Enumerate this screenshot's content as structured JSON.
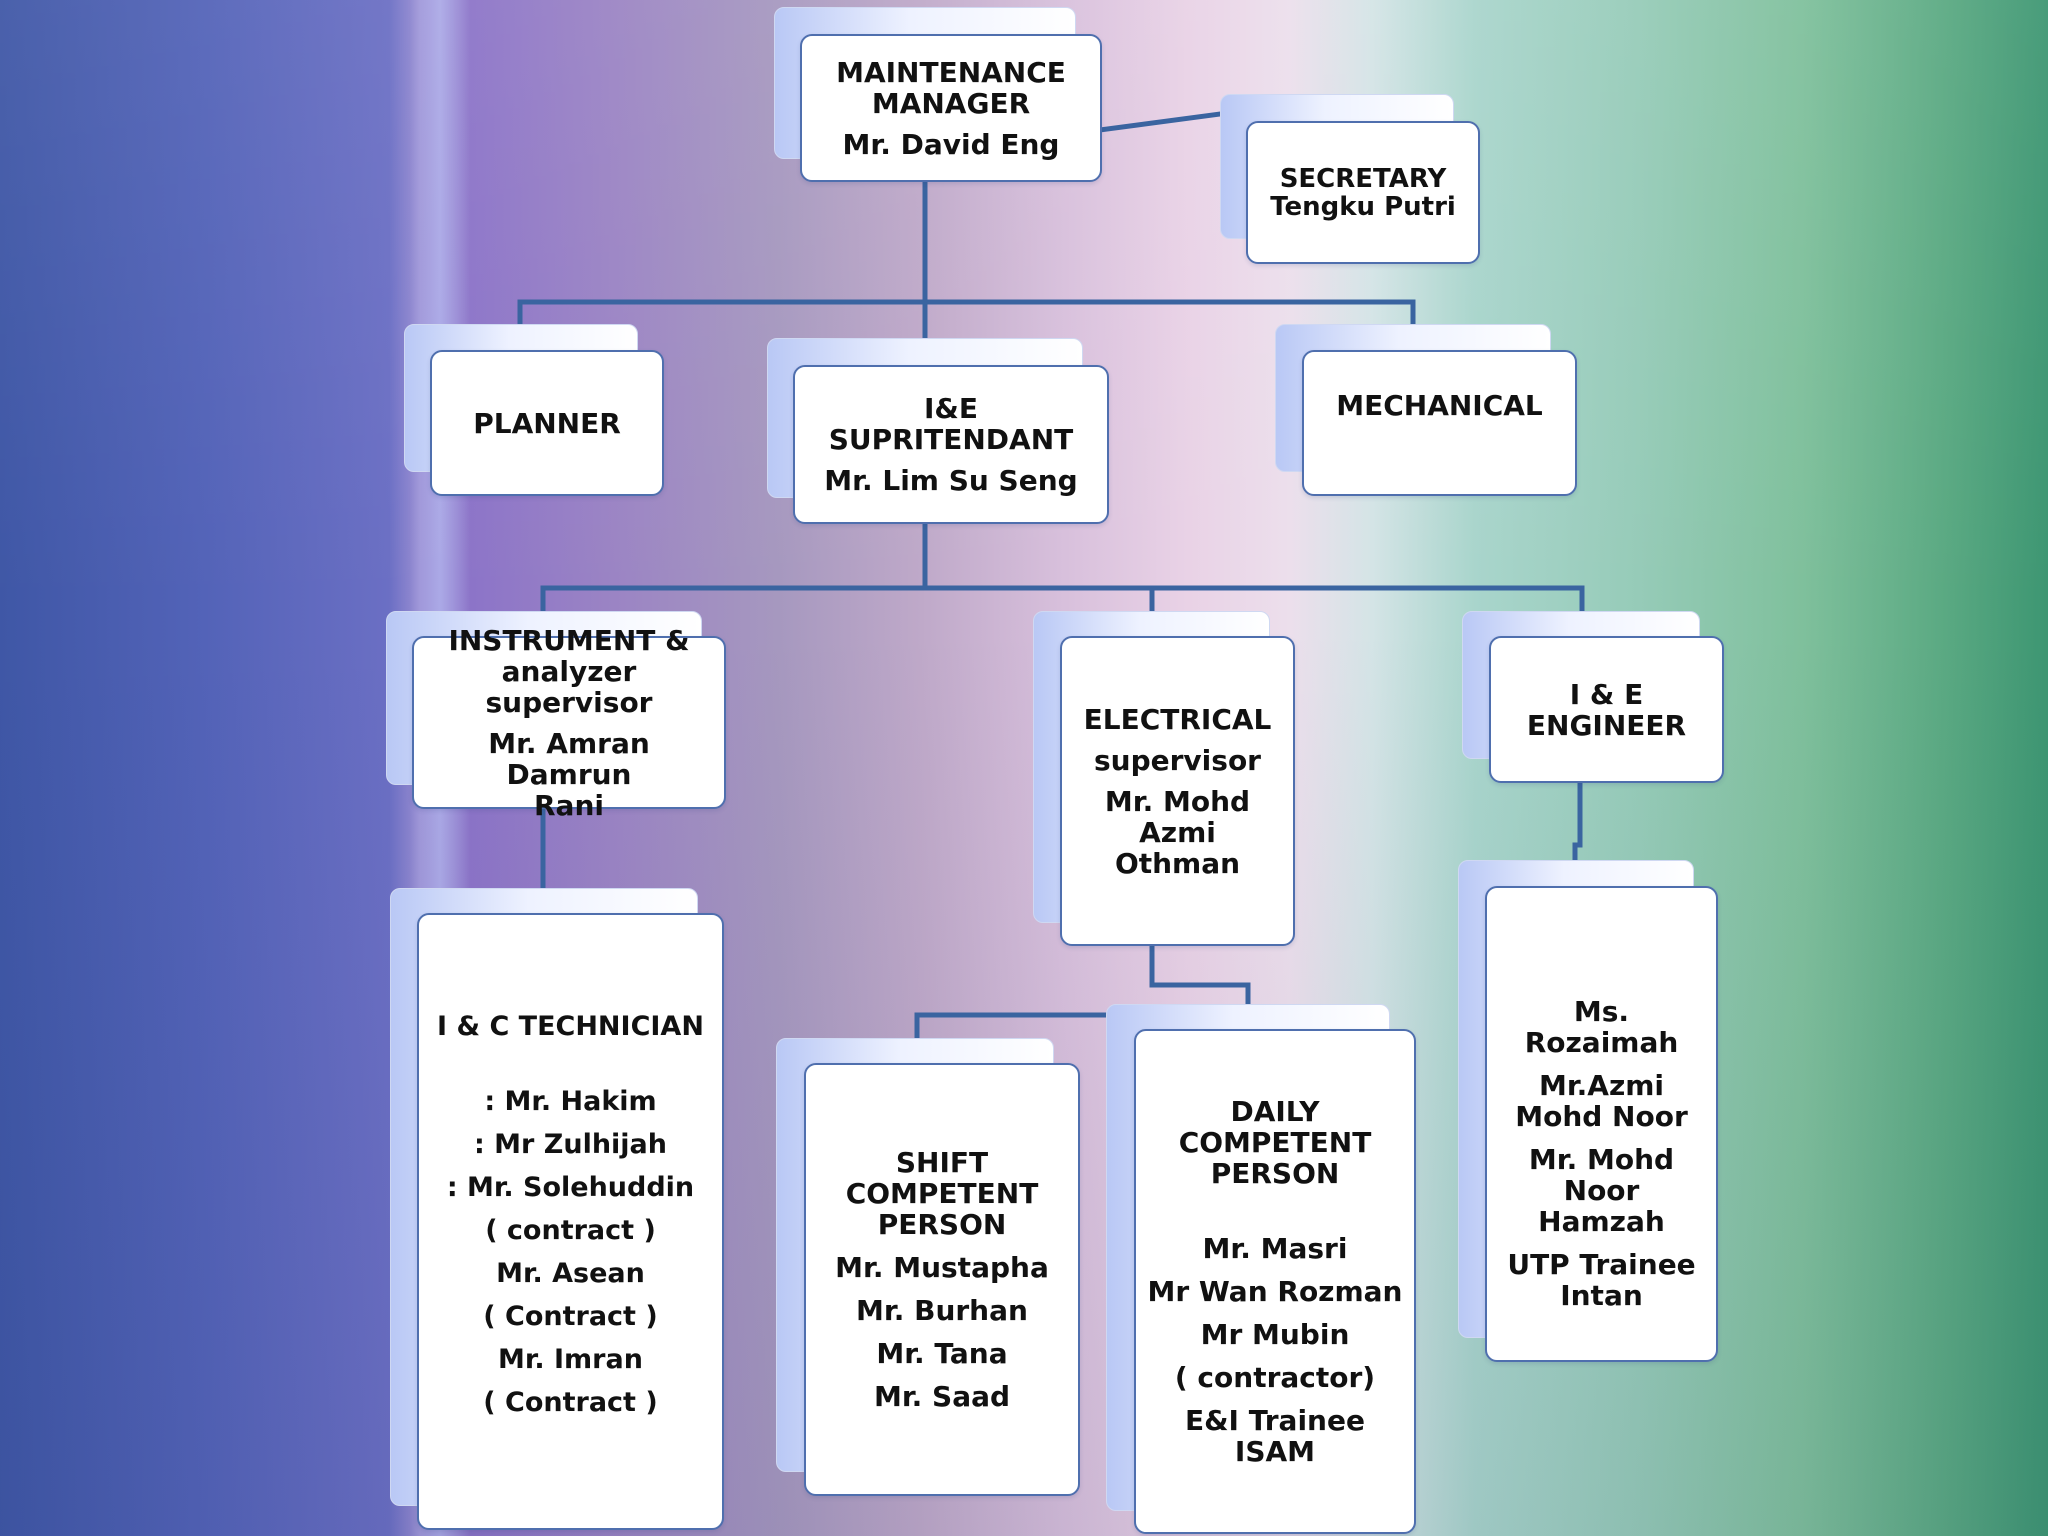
{
  "org": {
    "manager": {
      "title": "MAINTENANCE\nMANAGER",
      "name": "Mr. David Eng"
    },
    "secretary": {
      "title": "SECRETARY",
      "name": "Tengku Putri"
    },
    "planner": {
      "title": "PLANNER"
    },
    "ie_superintendent": {
      "title": "I&E\nSUPRITENDANT",
      "name": "Mr. Lim Su Seng"
    },
    "mechanical": {
      "title": "MECHANICAL"
    },
    "instrument": {
      "title": "INSTRUMENT  &\nanalyzer supervisor",
      "name": "Mr. Amran Damrun\nRani"
    },
    "electrical": {
      "title": "ELECTRICAL",
      "subtitle": "supervisor",
      "name": "Mr. Mohd\nAzmi Othman"
    },
    "ie_engineer": {
      "title": "I & E\nENGINEER"
    },
    "ic_technician": {
      "title": "I & C TECHNICIAN",
      "members": [
        ": Mr. Hakim",
        ": Mr Zulhijah",
        ": Mr. Solehuddin",
        "( contract )",
        "Mr. Asean",
        "( Contract )",
        "Mr. Imran",
        "( Contract )"
      ]
    },
    "shift_cp": {
      "title": "SHIFT\nCOMPETENT\nPERSON",
      "members": [
        "Mr. Mustapha",
        "Mr. Burhan",
        "Mr. Tana",
        "Mr. Saad"
      ]
    },
    "daily_cp": {
      "title": "DAILY\nCOMPETENT\nPERSON",
      "members": [
        "Mr. Masri",
        "Mr Wan Rozman",
        "Mr Mubin",
        "( contractor)",
        "E&I Trainee\nISAM"
      ]
    },
    "engineers": {
      "members": [
        "Ms. Rozaimah",
        "Mr.Azmi\nMohd Noor",
        "Mr. Mohd\nNoor Hamzah",
        "UTP Trainee\nIntan"
      ]
    }
  },
  "colors": {
    "card_border": "#4f6fae",
    "connector": "#3a64a0"
  }
}
